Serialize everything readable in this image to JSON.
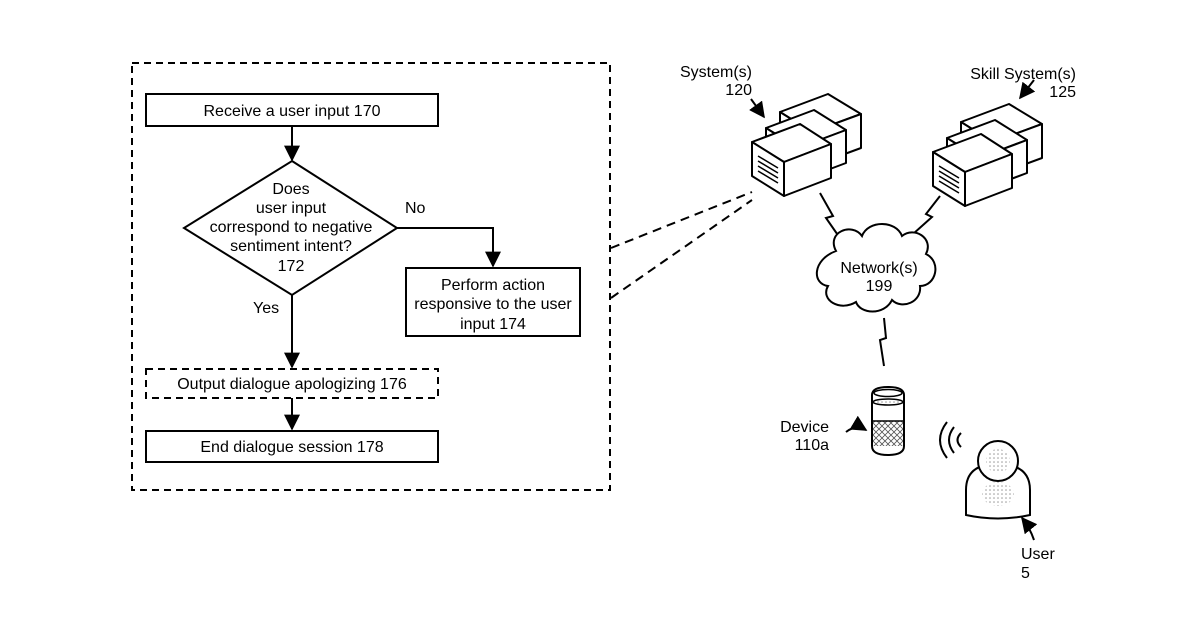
{
  "flowchart": {
    "step_receive": "Receive a user input 170",
    "decision": [
      "Does",
      "user input",
      "correspond to negative",
      "sentiment intent?",
      "172"
    ],
    "no_label": "No",
    "yes_label": "Yes",
    "perform_action": [
      "Perform action",
      "responsive to the user",
      "input 174"
    ],
    "output_dialogue": "Output dialogue apologizing 176",
    "end_session": "End dialogue session 178"
  },
  "network": {
    "system": [
      "System(s)",
      "120"
    ],
    "skill_system": [
      "Skill System(s)",
      "125"
    ],
    "network": [
      "Network(s)",
      "199"
    ],
    "device": [
      "Device",
      "110a"
    ],
    "user": [
      "User",
      "5"
    ]
  }
}
